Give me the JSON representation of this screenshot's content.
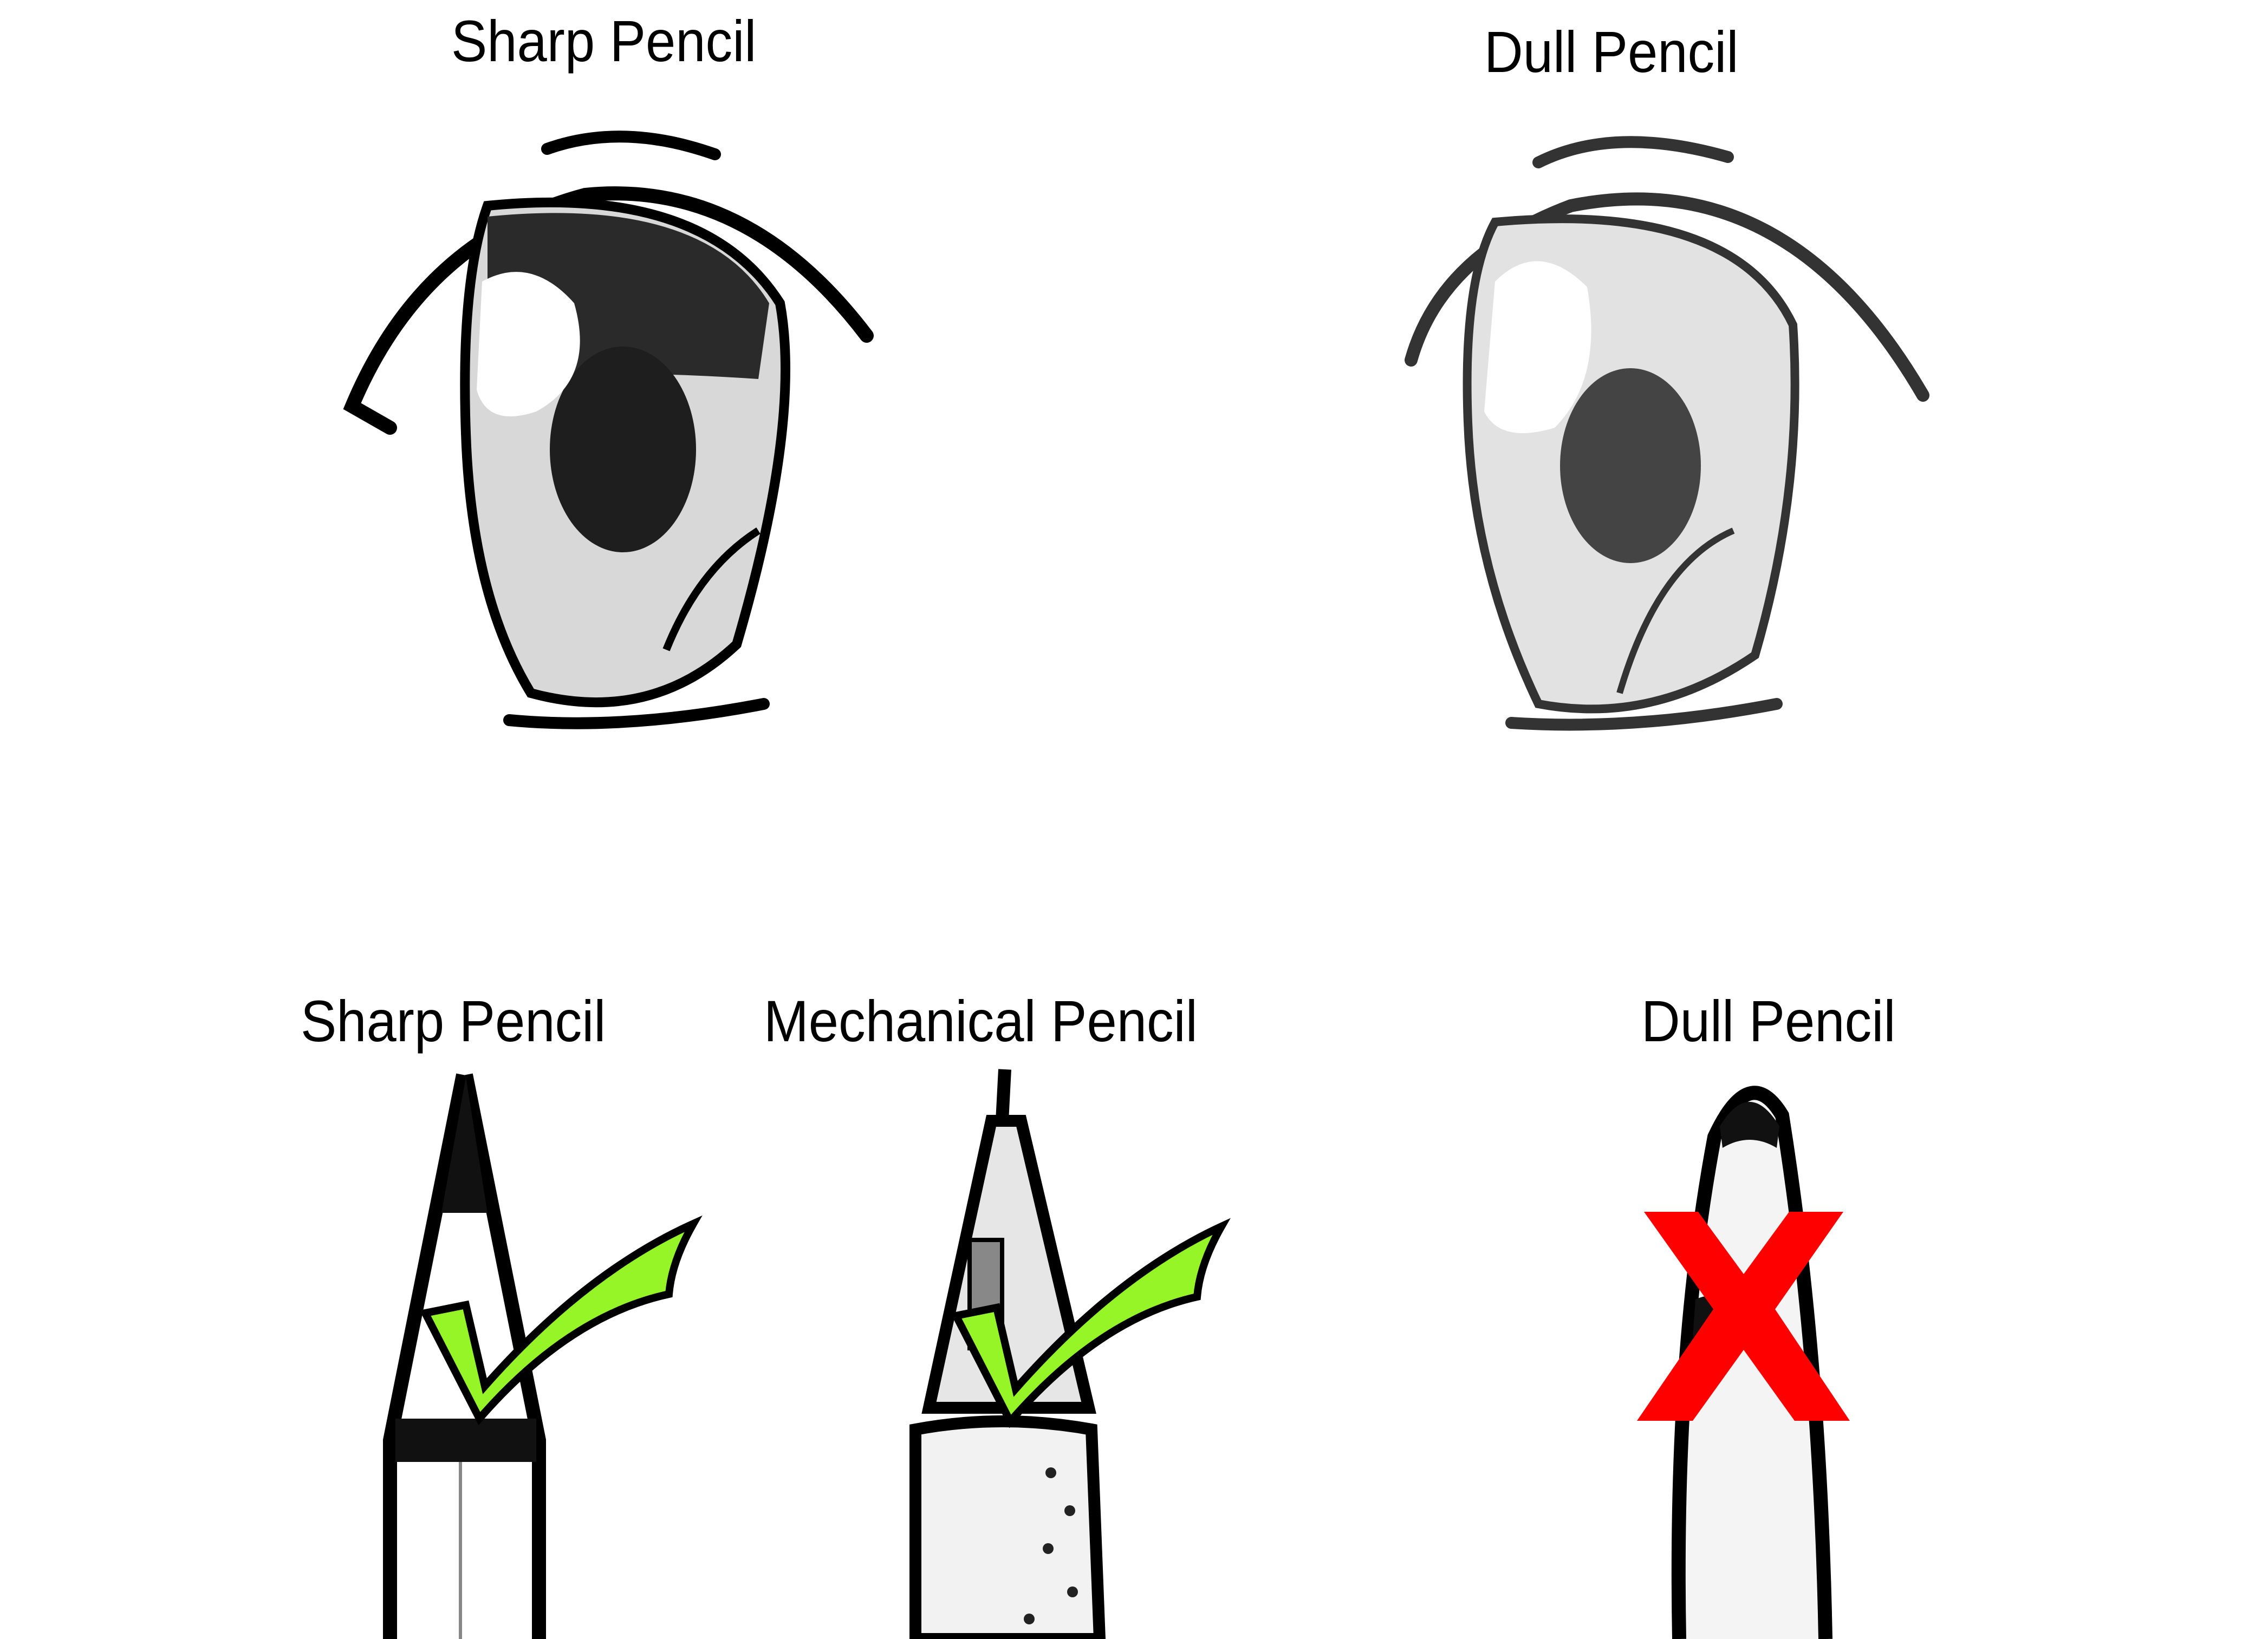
{
  "top_row": {
    "left_label": "Sharp Pencil",
    "right_label": "Dull Pencil"
  },
  "bottom_row": {
    "labels": [
      "Sharp Pencil",
      "Mechanical Pencil",
      "Dull Pencil"
    ],
    "marks": [
      "check",
      "check",
      "cross"
    ]
  },
  "colors": {
    "check_fill": "#96F526",
    "cross_fill": "#FF0000",
    "ink": "#000000",
    "background": "#FFFFFF"
  }
}
